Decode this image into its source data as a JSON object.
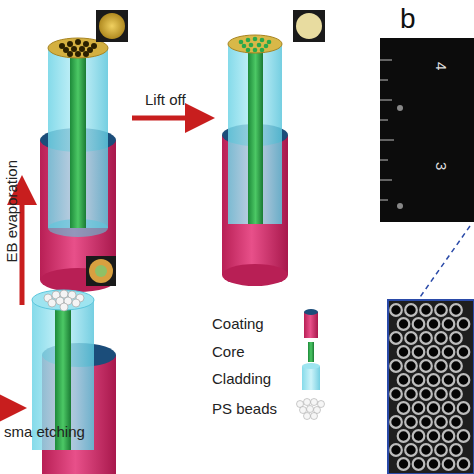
{
  "diagram": {
    "labels": [
      "Lift off",
      "EB evaporation",
      "sma etching",
      "b",
      "4",
      "3"
    ],
    "legend": [
      {
        "text": "Coating"
      },
      {
        "text": "Core"
      },
      {
        "text": "Cladding"
      },
      {
        "text": "PS beads"
      }
    ]
  }
}
